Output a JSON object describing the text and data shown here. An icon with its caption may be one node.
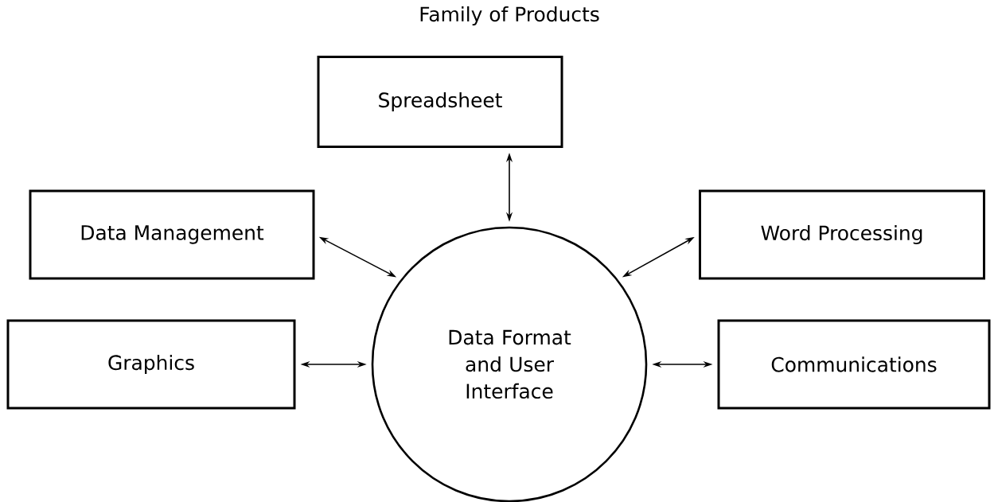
{
  "diagram": {
    "title": "Family of Products",
    "nodes": [
      {
        "text": [
          "Spreadsheet"
        ]
      },
      {
        "text": [
          "Data Management"
        ]
      },
      {
        "text": [
          "Word Processing"
        ]
      },
      {
        "text": [
          "Data Format and User Interface"
        ]
      },
      {
        "text": [
          "Graphics"
        ]
      },
      {
        "text": [
          "Communications"
        ]
      }
    ],
    "edges": [
      {
        "from": 0,
        "to": 3,
        "arrow": "both"
      },
      {
        "from": 1,
        "to": 3,
        "arrow": "both"
      },
      {
        "from": 2,
        "to": 3,
        "arrow": "both"
      },
      {
        "from": 4,
        "to": 3,
        "arrow": "both"
      },
      {
        "from": 5,
        "to": 3,
        "arrow": "both"
      }
    ]
  }
}
